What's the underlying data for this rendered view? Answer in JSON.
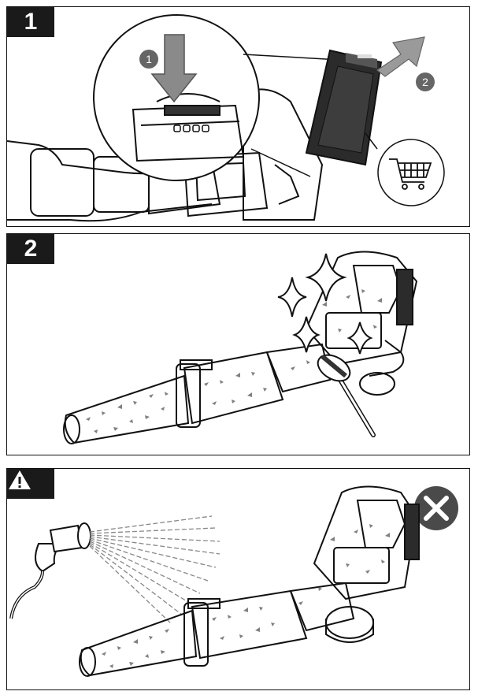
{
  "panels": [
    {
      "step": "1",
      "callouts": [
        "1",
        "2"
      ],
      "icons": [
        "arrow-down-icon",
        "arrow-up-icon",
        "shopping-cart-icon"
      ]
    },
    {
      "step": "2",
      "icons": [
        "sparkle-icon",
        "brush-icon"
      ]
    },
    {
      "step": "",
      "icons": [
        "warning-icon",
        "cancel-x-icon",
        "water-hose-icon"
      ]
    }
  ],
  "colors": {
    "ink": "#1a1a1a",
    "grey": "#555555",
    "light": "#d9d9d9"
  }
}
